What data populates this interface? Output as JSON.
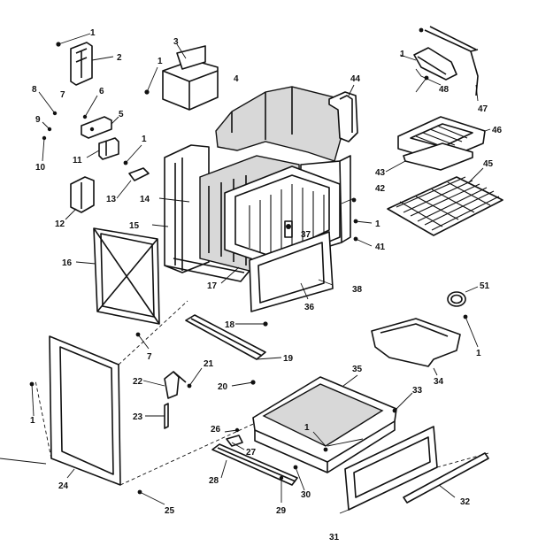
{
  "callouts": {
    "c1a": "1",
    "c2": "2",
    "c3": "3",
    "c1b": "1",
    "c4": "4",
    "c44": "44",
    "c8a": "8",
    "c7a": "7",
    "c6": "6",
    "c5": "5",
    "c9": "9",
    "c10": "10",
    "c11": "11",
    "c1c": "1",
    "c13": "13",
    "c12": "12",
    "c14": "14",
    "c15": "15",
    "c16": "16",
    "c17": "17",
    "c1d": "1",
    "c48": "48",
    "c47": "47",
    "c46": "46",
    "c43": "43",
    "c45": "45",
    "c42": "42",
    "c1e": "1",
    "c41": "41",
    "c37": "37",
    "c38": "38",
    "c36": "36",
    "c51": "51",
    "c1f": "1",
    "c34": "34",
    "c18": "18",
    "c19": "19",
    "c7b": "7",
    "c21": "21",
    "c22": "22",
    "c20": "20",
    "c23": "23",
    "c35": "35",
    "c33": "33",
    "c26": "26",
    "c1g": "1",
    "c27": "27",
    "c28": "28",
    "c30": "30",
    "c29": "29",
    "c31": "31",
    "c32": "32",
    "c24": "24",
    "c25": "25",
    "c1h": "1"
  }
}
